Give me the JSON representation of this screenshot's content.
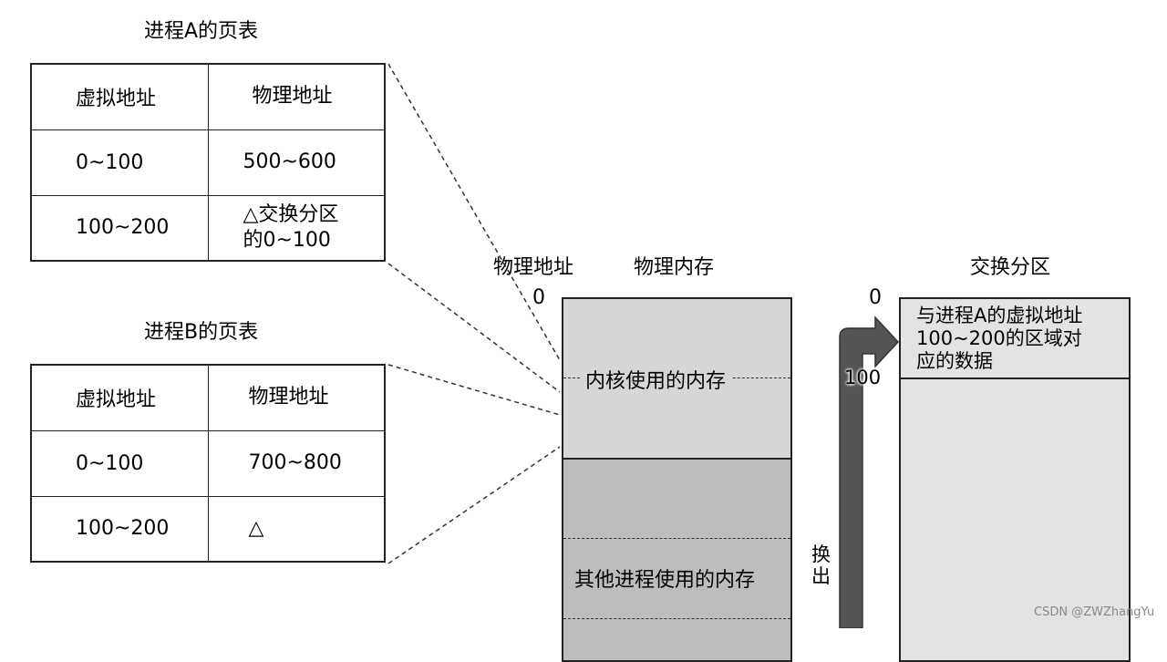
{
  "tableA": {
    "title": "进程A的页表",
    "header": [
      "虚拟地址",
      "物理地址"
    ],
    "rows": [
      [
        "0~100",
        "500~600"
      ],
      [
        "100~200",
        "△交换分区\n的0~100"
      ]
    ]
  },
  "tableB": {
    "title": "进程B的页表",
    "header": [
      "虚拟地址",
      "物理地址"
    ],
    "rows": [
      [
        "0~100",
        "700~800"
      ],
      [
        "100~200",
        "△"
      ]
    ]
  },
  "memory": {
    "addr_label": "物理地址",
    "title": "物理内存",
    "zero_label": "0",
    "kernel_label": "内核使用的内存",
    "other_label": "其他进程使用的内存"
  },
  "swap": {
    "title": "交换分区",
    "zero_label": "0",
    "mark_label": "100",
    "data_label": "与进程A的虚拟地址\n100~200的区域对\n应的数据",
    "arrow_label": "换出"
  },
  "watermark": "CSDN @ZWZhangYu",
  "colors": {
    "kernel_fill": "#d6d6d6",
    "other_fill": "#bdbdbd",
    "swap_fill": "#e3e3e3",
    "arrow_fill": "#555555"
  }
}
